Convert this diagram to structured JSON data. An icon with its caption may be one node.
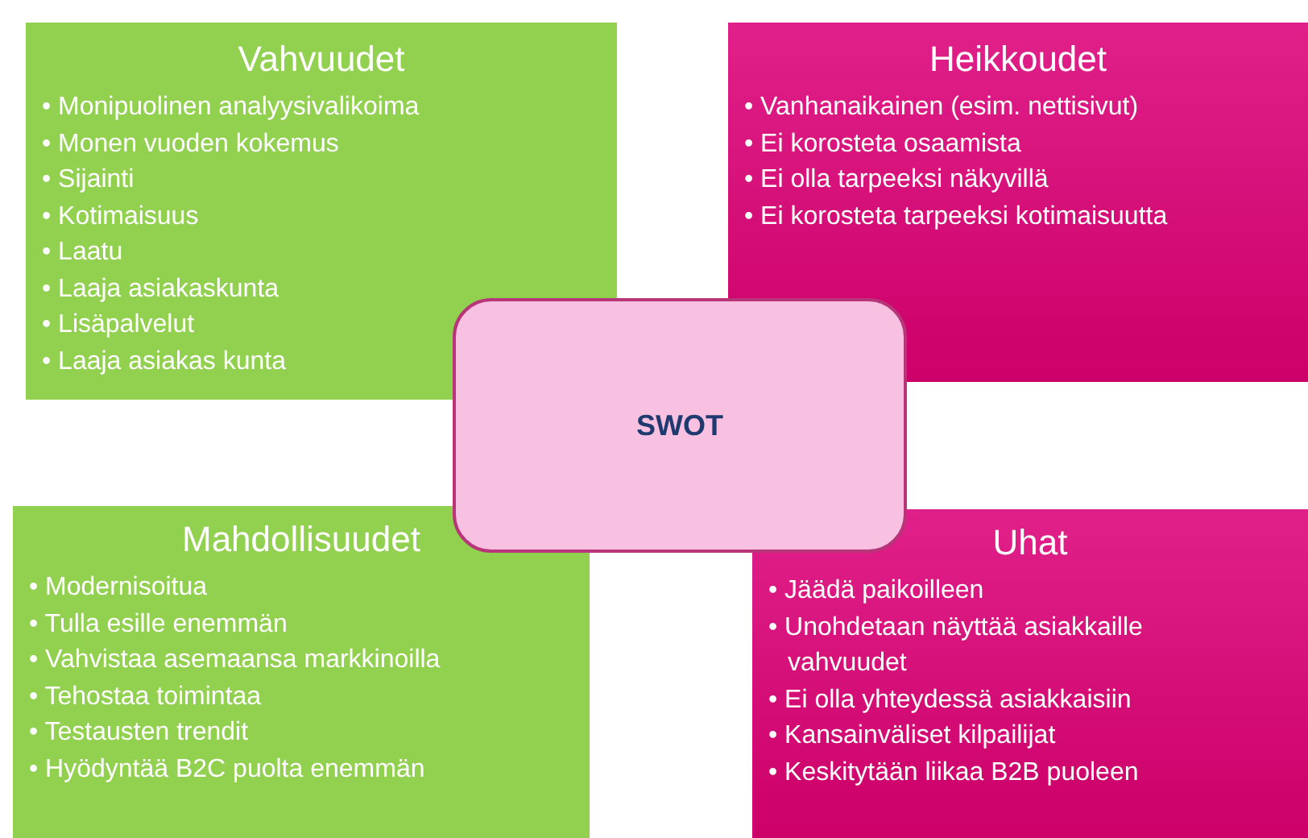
{
  "diagram": {
    "nodes": [
      {
        "text": [
          "Vahvuudet",
          "• Monipuolinen analyysivalikoima",
          "• Monen vuoden kokemus",
          "• Sijainti",
          "• Kotimaisuus",
          "• Laatu",
          "• Laaja asiakaskunta",
          "• Lisäpalvelut",
          "• Laaja asiakas kunta"
        ]
      },
      {
        "text": [
          "Heikkoudet",
          "• Vanhanaikainen (esim. nettisivut)",
          "• Ei korosteta osaamista",
          "• Ei olla tarpeeksi näkyvillä",
          "• Ei korosteta tarpeeksi kotimaisuutta"
        ]
      },
      {
        "text": [
          "SWOT"
        ]
      },
      {
        "text": [
          "Mahdollisuudet",
          "• Modernisoitua",
          "• Tulla esille enemmän",
          "• Vahvistaa asemaansa markkinoilla",
          "• Tehostaa toimintaa",
          "• Testausten trendit",
          "• Hyödyntää B2C puolta enemmän"
        ]
      },
      {
        "text": [
          "Uhat",
          "• Jäädä paikoilleen",
          "• Unohdetaan näyttää asiakkaille vahvuudet",
          "• Ei olla yhteydessä asiakkaisiin",
          "• Kansainväliset kilpailijat",
          "• Keskitytään liikaa B2B puoleen"
        ]
      }
    ]
  }
}
